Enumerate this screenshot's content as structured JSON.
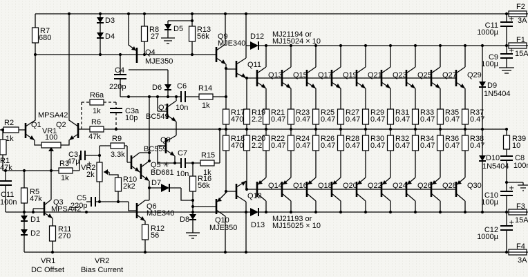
{
  "colors": {
    "ink": "#000000",
    "paper": "#f5f5f1"
  },
  "c": {
    "r1": {
      "ref": "R1",
      "val": "47k"
    },
    "r2": {
      "ref": "R2",
      "val": "1k"
    },
    "r3": {
      "ref": "R3",
      "val": "1k"
    },
    "r5": {
      "ref": "R5",
      "val": "47k"
    },
    "r6": {
      "ref": "R6",
      "val": "47k"
    },
    "r6a": {
      "ref": "R6a",
      "val": "1k"
    },
    "r7": {
      "ref": "R7",
      "val": "680"
    },
    "r8": {
      "ref": "R8",
      "val": "27"
    },
    "r9": {
      "ref": "R9",
      "val": "3.3k"
    },
    "r10": {
      "ref": "R10",
      "val": "2k2"
    },
    "r11": {
      "ref": "R11",
      "val": "270"
    },
    "r12": {
      "ref": "R12",
      "val": "56"
    },
    "r13": {
      "ref": "R13",
      "val": "56k"
    },
    "r14": {
      "ref": "R14",
      "val": "1k"
    },
    "r15": {
      "ref": "R15",
      "val": "1k"
    },
    "r16": {
      "ref": "R16",
      "val": "56k"
    },
    "r17": {
      "ref": "R17",
      "val": "470"
    },
    "r18": {
      "ref": "R18",
      "val": "470"
    },
    "r19": {
      "ref": "R19",
      "val": "2.2"
    },
    "r20": {
      "ref": "R20",
      "val": "2.2"
    },
    "r39": {
      "ref": "R39",
      "val": "10"
    },
    "c3": {
      "ref": "C3",
      "val": "47µ"
    },
    "c3a": {
      "ref": "C3a",
      "val": "10p"
    },
    "c4": {
      "ref": "C4",
      "val": "220p"
    },
    "c5": {
      "ref": "C5",
      "val": "220p"
    },
    "c6": {
      "ref": "C6",
      "val": "10n"
    },
    "c7": {
      "ref": "C7",
      "val": "10n"
    },
    "c8": {
      "ref": "C8",
      "val": "100n"
    },
    "c9": {
      "ref": "C9",
      "val": "100µ"
    },
    "c10": {
      "ref": "C10",
      "val": "100µ"
    },
    "c11_in": {
      "ref": "C11",
      "val": "100n"
    },
    "c11_rail": {
      "ref": "C11",
      "val": "1000µ"
    },
    "c12": {
      "ref": "C12",
      "val": "1000µ"
    },
    "d1": {
      "ref": "D1"
    },
    "d2": {
      "ref": "D2"
    },
    "d3": {
      "ref": "D3"
    },
    "d4": {
      "ref": "D4"
    },
    "d5": {
      "ref": "D5"
    },
    "d6": {
      "ref": "D6"
    },
    "d7": {
      "ref": "D7"
    },
    "d8": {
      "ref": "D8"
    },
    "d9": {
      "ref": "D9",
      "val": "1N5404"
    },
    "d10": {
      "ref": "D10",
      "val": "1N5404"
    },
    "d12": {
      "ref": "D12"
    },
    "d13": {
      "ref": "D13"
    },
    "q1": {
      "ref": "Q1"
    },
    "q2": {
      "ref": "Q2"
    },
    "q3": {
      "ref": "Q3",
      "val": "MPSA42"
    },
    "q4": {
      "ref": "Q4",
      "val": "MJE350"
    },
    "q5": {
      "ref": "Q5 ✳",
      "val": "BD681"
    },
    "q6": {
      "ref": "Q6",
      "val": "MJE340"
    },
    "q7": {
      "ref": "Q7",
      "val": "BC549"
    },
    "q8": {
      "ref": "Q8",
      "val": "BC559"
    },
    "q9": {
      "ref": "Q9",
      "val": "MJE340"
    },
    "q10": {
      "ref": "Q10",
      "val": "MJE350"
    },
    "q11": {
      "ref": "Q11"
    },
    "q12": {
      "ref": "Q12"
    },
    "vr1": {
      "ref": "VR1",
      "val": "100"
    },
    "vr2": {
      "ref": "VR2",
      "val": "2k"
    },
    "f1": {
      "ref": "F1",
      "val": "15A"
    },
    "f2": {
      "ref": "F2",
      "val": "3A"
    },
    "f3": {
      "ref": "F3",
      "val": "15A"
    },
    "f4": {
      "ref": "F4",
      "val": "3A"
    },
    "plus": "+"
  },
  "ot": [
    "Q13",
    "Q15",
    "Q17",
    "Q19",
    "Q21",
    "Q23",
    "Q25",
    "Q27",
    "Q29"
  ],
  "ob": [
    "Q14",
    "Q16",
    "Q18",
    "Q20",
    "Q22",
    "Q24",
    "Q26",
    "Q28",
    "Q30"
  ],
  "rt": [
    {
      "ref": "R21",
      "val": "0.47"
    },
    {
      "ref": "R23",
      "val": "0.47"
    },
    {
      "ref": "R25",
      "val": "0.47"
    },
    {
      "ref": "R27",
      "val": "0.47"
    },
    {
      "ref": "R29",
      "val": "0.47"
    },
    {
      "ref": "R31",
      "val": "0.47"
    },
    {
      "ref": "R33",
      "val": "0.47"
    },
    {
      "ref": "R35",
      "val": "0.47"
    },
    {
      "ref": "R37",
      "val": "0.47"
    }
  ],
  "rb": [
    {
      "ref": "R22",
      "val": "0.47"
    },
    {
      "ref": "R24",
      "val": "0.47"
    },
    {
      "ref": "R26",
      "val": "0.47"
    },
    {
      "ref": "R28",
      "val": "0.47"
    },
    {
      "ref": "R30",
      "val": "0.47"
    },
    {
      "ref": "R32",
      "val": "0.47"
    },
    {
      "ref": "R34",
      "val": "0.47"
    },
    {
      "ref": "R36",
      "val": "0.47"
    },
    {
      "ref": "R38",
      "val": "0.47"
    }
  ],
  "notes": {
    "pair": "MPSA42",
    "top1": "MJ21194 or",
    "top2": "MJ15024 × 10",
    "bot1": "MJ21193 or",
    "bot2": "MJ15025 × 10",
    "vr1a": "VR1",
    "vr1b": "DC Offset",
    "vr2a": "VR2",
    "vr2b": "Bias Current"
  }
}
